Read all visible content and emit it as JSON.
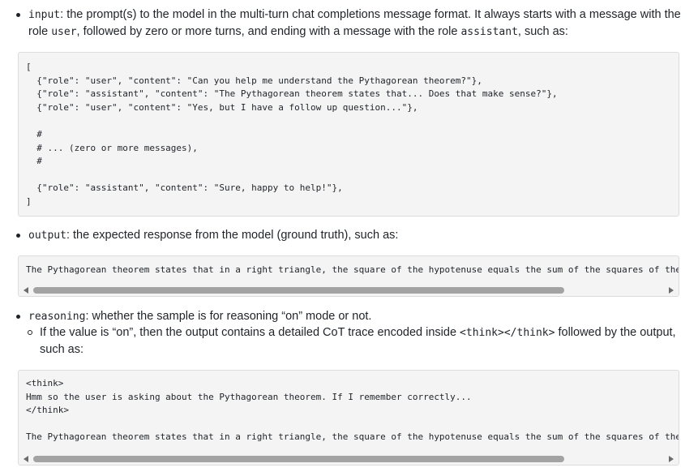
{
  "input_item": {
    "term": "input",
    "text1": ": the prompt(s) to the model in the multi-turn chat completions message format. It always starts with a message with the",
    "text2_a": "role ",
    "role_user": "user",
    "text2_b": ", followed by zero or more turns, and ending with a message with the role ",
    "role_assistant": "assistant",
    "text2_c": ", such as:"
  },
  "input_code": [
    "[",
    "  {\"role\": \"user\", \"content\": \"Can you help me understand the Pythagorean theorem?\"},",
    "  {\"role\": \"assistant\", \"content\": \"The Pythagorean theorem states that... Does that make sense?\"},",
    "  {\"role\": \"user\", \"content\": \"Yes, but I have a follow up question...\"},",
    "",
    "  #",
    "  # ... (zero or more messages),",
    "  #",
    "",
    "  {\"role\": \"assistant\", \"content\": \"Sure, happy to help!\"},",
    "]"
  ],
  "output_item": {
    "term": "output",
    "text": ": the expected response from the model (ground truth), such as:"
  },
  "output_code": [
    "The Pythagorean theorem states that in a right triangle, the square of the hypotenuse equals the sum of the squares of the other two sides."
  ],
  "reasoning_item": {
    "term": "reasoning",
    "text": ": whether the sample is for reasoning “on” mode or not."
  },
  "reasoning_sub": {
    "text1": "If the value is “on”, then the output contains a detailed CoT trace encoded inside ",
    "tags": "<think></think>",
    "text2": " followed by the output,",
    "text3": "such as:"
  },
  "reasoning_code": [
    "<think>",
    "Hmm so the user is asking about the Pythagorean theorem. If I remember correctly...",
    "</think>",
    "",
    "The Pythagorean theorem states that in a right triangle, the square of the hypotenuse equals the sum of the squares of the other two sides."
  ]
}
